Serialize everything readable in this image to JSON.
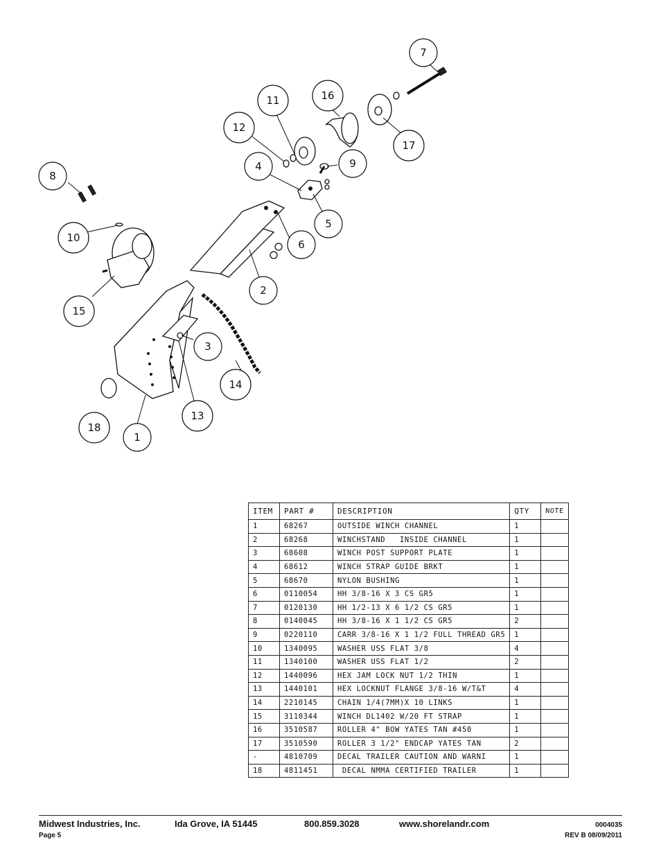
{
  "diagram": {
    "callouts": [
      "1",
      "2",
      "3",
      "4",
      "5",
      "6",
      "7",
      "8",
      "9",
      "10",
      "11",
      "12",
      "13",
      "14",
      "15",
      "16",
      "17",
      "18"
    ]
  },
  "bom": {
    "headers": {
      "item": "ITEM",
      "part": "PART #",
      "description": "DESCRIPTION",
      "qty": "QTY",
      "note": "NOTE"
    },
    "rows": [
      {
        "item": "1",
        "part": "68267",
        "description": "OUTSIDE WINCH CHANNEL",
        "qty": "1",
        "note": ""
      },
      {
        "item": "2",
        "part": "68268",
        "description": "WINCHSTAND   INSIDE CHANNEL",
        "qty": "1",
        "note": ""
      },
      {
        "item": "3",
        "part": "68608",
        "description": "WINCH POST SUPPORT PLATE",
        "qty": "1",
        "note": ""
      },
      {
        "item": "4",
        "part": "68612",
        "description": "WINCH STRAP GUIDE BRKT",
        "qty": "1",
        "note": ""
      },
      {
        "item": "5",
        "part": "68670",
        "description": "NYLON BUSHING",
        "qty": "1",
        "note": ""
      },
      {
        "item": "6",
        "part": "0110054",
        "description": "HH 3/8-16 X 3 CS GR5",
        "qty": "1",
        "note": ""
      },
      {
        "item": "7",
        "part": "0120130",
        "description": "HH 1/2-13 X 6 1/2 CS GR5",
        "qty": "1",
        "note": ""
      },
      {
        "item": "8",
        "part": "0140045",
        "description": "HH 3/8-16 X 1 1/2 CS GR5",
        "qty": "2",
        "note": ""
      },
      {
        "item": "9",
        "part": "0220110",
        "description": "CARR 3/8-16 X 1 1/2 FULL THREAD GR5",
        "qty": "1",
        "note": ""
      },
      {
        "item": "10",
        "part": "1340095",
        "description": "WASHER USS FLAT 3/8",
        "qty": "4",
        "note": ""
      },
      {
        "item": "11",
        "part": "1340100",
        "description": "WASHER USS FLAT 1/2",
        "qty": "2",
        "note": ""
      },
      {
        "item": "12",
        "part": "1440096",
        "description": "HEX JAM LOCK NUT 1/2 THIN",
        "qty": "1",
        "note": ""
      },
      {
        "item": "13",
        "part": "1440101",
        "description": "HEX LOCKNUT FLANGE 3/8-16 W/T&T",
        "qty": "4",
        "note": ""
      },
      {
        "item": "14",
        "part": "2210145",
        "description": "CHAIN 1/4(7MM)X 10 LINKS",
        "qty": "1",
        "note": ""
      },
      {
        "item": "15",
        "part": "3110344",
        "description": "WINCH DL1402 W/20 FT STRAP",
        "qty": "1",
        "note": ""
      },
      {
        "item": "16",
        "part": "3510587",
        "description": "ROLLER 4\" BOW YATES TAN #450",
        "qty": "1",
        "note": ""
      },
      {
        "item": "17",
        "part": "3510590",
        "description": "ROLLER 3 1/2\" ENDCAP YATES TAN",
        "qty": "2",
        "note": ""
      },
      {
        "item": "-",
        "part": "4810709",
        "description": "DECAL TRAILER CAUTION AND WARNI",
        "qty": "1",
        "note": ""
      },
      {
        "item": "18",
        "part": "4811451",
        "description": " DECAL NMMA CERTIFIED TRAILER",
        "qty": "1",
        "note": ""
      }
    ]
  },
  "footer": {
    "company": "Midwest Industries, Inc.",
    "city": "Ida Grove, IA  51445",
    "phone": "800.859.3028",
    "website": "www.shorelandr.com",
    "doc_number": "0004035",
    "page": "Page 5",
    "revision": "REV B  08/09/2011"
  }
}
